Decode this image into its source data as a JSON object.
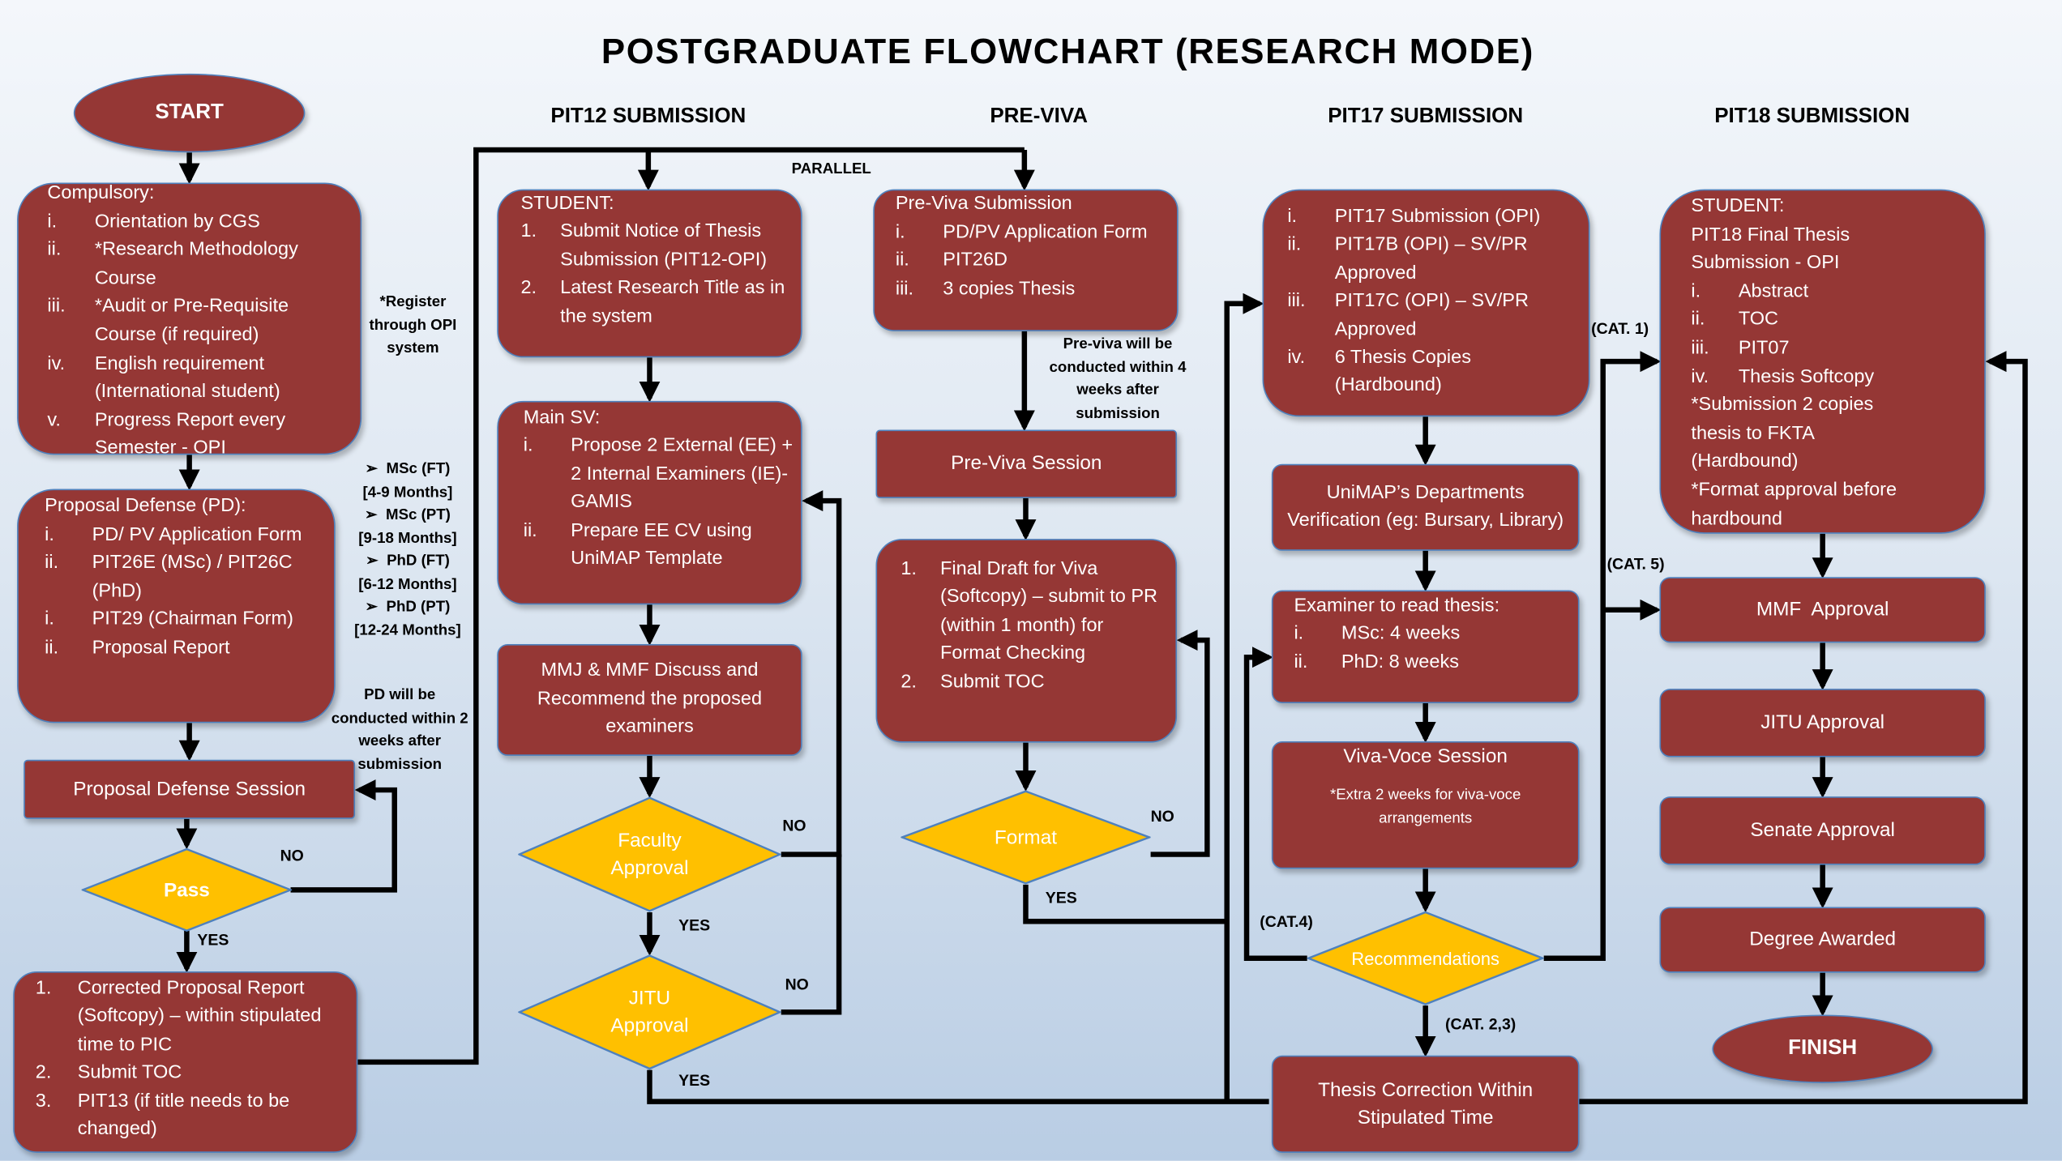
{
  "title": "POSTGRADUATE FLOWCHART (RESEARCH MODE)",
  "columns": [
    "PIT12 SUBMISSION",
    "PRE-VIVA",
    "PIT17 SUBMISSION",
    "PIT18 SUBMISSION"
  ],
  "colors": {
    "box": "#953735",
    "border": "#4f81bd",
    "decision": "#ffc000",
    "connector": "#000000"
  },
  "start": "START",
  "finish": "FINISH",
  "compulsory": {
    "heading": "Compulsory:",
    "items": [
      {
        "n": "i.",
        "t": "Orientation by CGS"
      },
      {
        "n": "ii.",
        "t": "*Research Methodology Course"
      },
      {
        "n": "iii.",
        "t": "*Audit or Pre-Requisite Course (if required)"
      },
      {
        "n": "iv.",
        "t": "English requirement (International student)"
      },
      {
        "n": "v.",
        "t": "Progress Report every Semester - OPI"
      }
    ]
  },
  "register_note": "*Register through OPI system",
  "proposal_defense": {
    "heading": "Proposal Defense (PD):",
    "items": [
      {
        "n": "i.",
        "t": "PD/ PV Application Form"
      },
      {
        "n": "ii.",
        "t": "PIT26E (MSc) / PIT26C (PhD)"
      },
      {
        "n": "i.",
        "t": "PIT29 (Chairman Form)"
      },
      {
        "n": "ii.",
        "t": "Proposal Report"
      }
    ]
  },
  "durations": [
    {
      "mode": "MSc (FT)",
      "range": "[4-9 Months]"
    },
    {
      "mode": "MSc (PT)",
      "range": "[9-18 Months]"
    },
    {
      "mode": "PhD (FT)",
      "range": "[6-12 Months]"
    },
    {
      "mode": "PhD (PT)",
      "range": "[12-24 Months]"
    }
  ],
  "pd_note": "PD will be conducted within 2 weeks after submission",
  "pd_session": "Proposal Defense Session",
  "pass": "Pass",
  "corrected": {
    "items": [
      {
        "n": "1.",
        "t": "Corrected Proposal Report (Softcopy) – within stipulated time to PIC"
      },
      {
        "n": "2.",
        "t": "Submit TOC"
      },
      {
        "n": "3.",
        "t": "PIT13 (if title needs to be changed)"
      }
    ]
  },
  "parallel": "PARALLEL",
  "pit12_student": {
    "heading": "STUDENT:",
    "items": [
      {
        "n": "1.",
        "t": "Submit Notice of Thesis Submission (PIT12-OPI)"
      },
      {
        "n": "2.",
        "t": "Latest Research Title as in the system"
      }
    ]
  },
  "main_sv": {
    "heading": "Main SV:",
    "items": [
      {
        "n": "i.",
        "t": "Propose 2 External (EE) + 2 Internal Examiners (IE)- GAMIS"
      },
      {
        "n": "ii.",
        "t": "Prepare EE CV using UniMAP Template"
      }
    ]
  },
  "mmj_mmf": "MMJ & MMF Discuss and Recommend the proposed examiners",
  "faculty_approval": "Faculty Approval",
  "jitu_decision": "JITU Approval",
  "previva_submission": {
    "heading": "Pre-Viva Submission",
    "items": [
      {
        "n": "i.",
        "t": "PD/PV Application Form"
      },
      {
        "n": "ii.",
        "t": "PIT26D"
      },
      {
        "n": "iii.",
        "t": "3 copies Thesis"
      }
    ]
  },
  "previva_note": "Pre-viva will be conducted within 4 weeks after submission",
  "previva_session": "Pre-Viva Session",
  "final_draft": {
    "items": [
      {
        "n": "1.",
        "t": "Final Draft for Viva (Softcopy) – submit to PR (within 1 month) for Format Checking"
      },
      {
        "n": "2.",
        "t": "Submit TOC"
      }
    ]
  },
  "format": "Format",
  "pit17": {
    "items": [
      {
        "n": "i.",
        "t": "PIT17 Submission (OPI)"
      },
      {
        "n": "ii.",
        "t": "PIT17B (OPI) – SV/PR Approved"
      },
      {
        "n": "iii.",
        "t": "PIT17C (OPI) – SV/PR Approved"
      },
      {
        "n": "iv.",
        "t": "6 Thesis Copies (Hardbound)"
      }
    ]
  },
  "unimap_verification": "UniMAP’s Departments Verification (eg: Bursary, Library)",
  "examiner": {
    "heading": "Examiner to read thesis:",
    "items": [
      {
        "n": "i.",
        "t": "MSc: 4 weeks"
      },
      {
        "n": "ii.",
        "t": "PhD: 8 weeks"
      }
    ]
  },
  "viva": {
    "title": "Viva-Voce Session",
    "note": "*Extra 2 weeks for viva-voce arrangements"
  },
  "recommendations": "Recommendations",
  "thesis_correction": "Thesis Correction Within Stipulated Time",
  "pit18_student": {
    "heading": "STUDENT:",
    "sub": "PIT18 Final Thesis Submission - OPI",
    "items": [
      {
        "n": "i.",
        "t": "Abstract"
      },
      {
        "n": "ii.",
        "t": "TOC"
      },
      {
        "n": "iii.",
        "t": "PIT07"
      },
      {
        "n": "iv.",
        "t": "Thesis Softcopy"
      }
    ],
    "notes": [
      "*Submission 2 copies thesis to FKTA (Hardbound)",
      "*Format approval before hardbound"
    ]
  },
  "mmf_approval": "MMF  Approval",
  "jitu_approval": "JITU Approval",
  "senate_approval": "Senate Approval",
  "degree_awarded": "Degree Awarded",
  "labels": {
    "no": "NO",
    "yes": "YES",
    "cat1": "(CAT. 1)",
    "cat5": "(CAT. 5)",
    "cat4": "(CAT.4)",
    "cat23": "(CAT. 2,3)"
  }
}
